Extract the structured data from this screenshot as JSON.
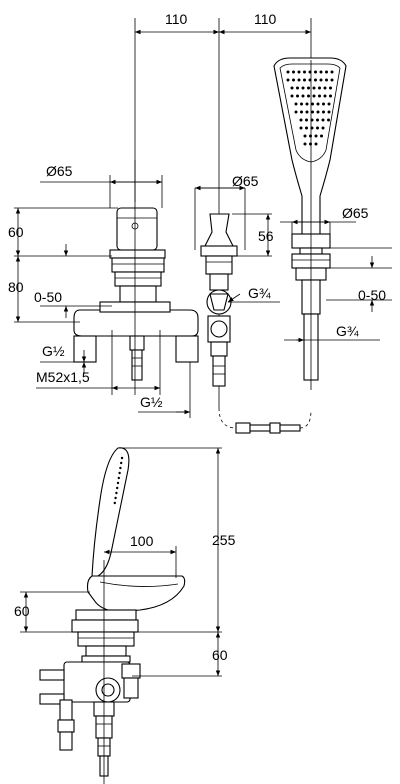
{
  "dimensions": {
    "top_width_1": "110",
    "top_width_2": "110",
    "dia_left": "Ø65",
    "dia_middle": "Ø65",
    "dia_right": "Ø65",
    "height_60_left": "60",
    "height_56": "56",
    "height_80": "80",
    "range_left": "0-50",
    "range_right": "0-50",
    "thread_g34_upper": "G¾",
    "thread_g34_right": "G¾",
    "thread_g12_left": "G½",
    "thread_m52": "M52x1,5",
    "thread_g12_bottom": "G½",
    "side_width_100": "100",
    "side_height_255": "255",
    "side_height_60_upper": "60",
    "side_height_60_lower": "60"
  }
}
